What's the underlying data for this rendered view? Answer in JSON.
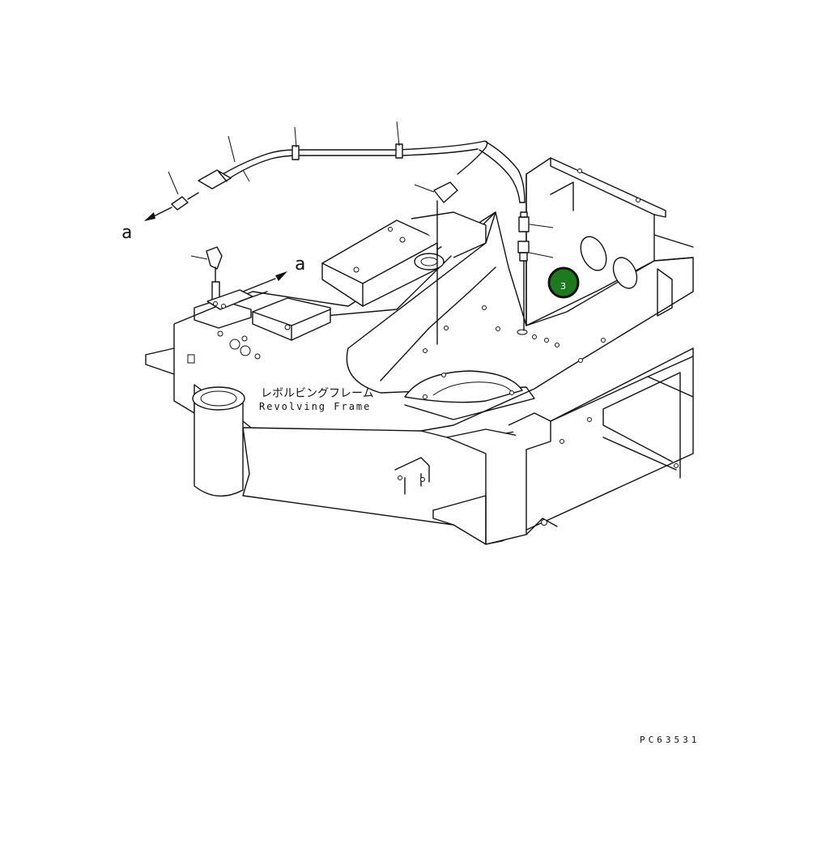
{
  "labels": {
    "view_a_left": "a",
    "view_a_right": "a",
    "frame_name_jp": "レボルビングフレーム",
    "frame_name_en": "Revolving Frame",
    "drawing_number": "PC63531"
  },
  "callout": {
    "number": "3",
    "fill_color": "#1f7a1f",
    "ring_color": "#111111"
  },
  "colors": {
    "line": "#111111",
    "background": "#ffffff"
  }
}
